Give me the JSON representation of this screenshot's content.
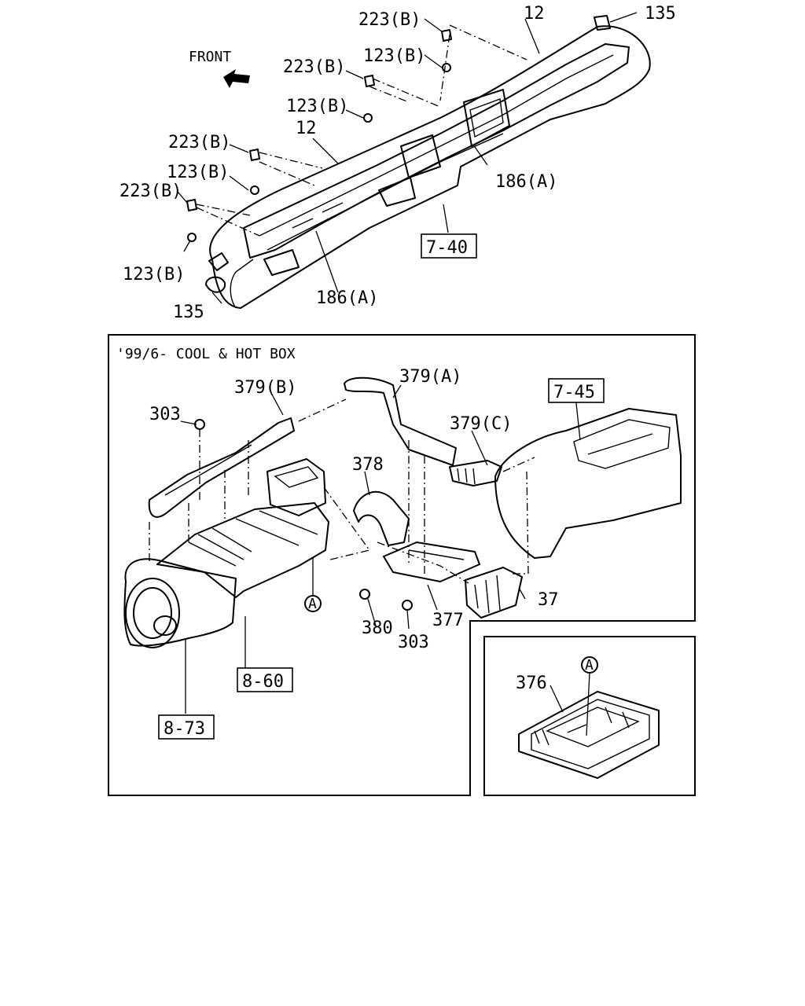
{
  "front_label": "FRONT",
  "section_title": "'99/6- COOL & HOT BOX",
  "callout_marker": "A",
  "labels": {
    "p223b_1": "223(B)",
    "p223b_2": "223(B)",
    "p223b_3": "223(B)",
    "p223b_4": "223(B)",
    "p123b_1": "123(B)",
    "p123b_2": "123(B)",
    "p123b_3": "123(B)",
    "p123b_4": "123(B)",
    "p12_1": "12",
    "p12_2": "12",
    "p135_1": "135",
    "p135_2": "135",
    "p186a_1": "186(A)",
    "p186a_2": "186(A)",
    "ref_7_40": "7-40",
    "p379b": "379(B)",
    "p379a": "379(A)",
    "p379c": "379(C)",
    "ref_7_45": "7-45",
    "p303_1": "303",
    "p303_2": "303",
    "p378": "378",
    "p37": "37",
    "p377": "377",
    "p380": "380",
    "ref_8_60": "8-60",
    "ref_8_73": "8-73",
    "p376": "376"
  }
}
